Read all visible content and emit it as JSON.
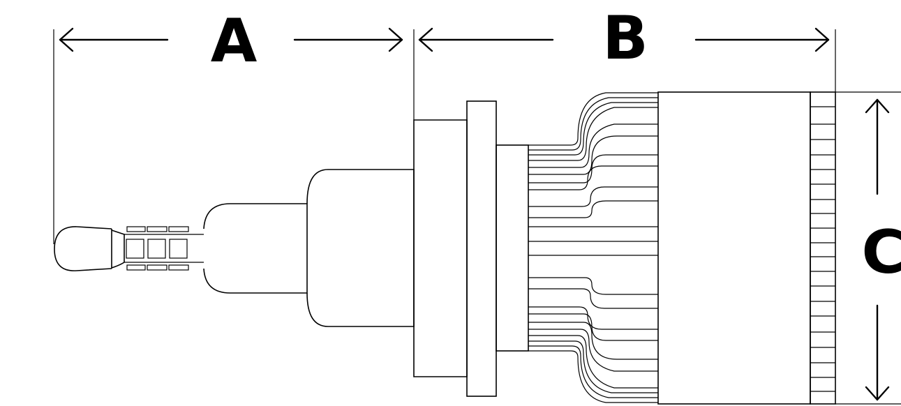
{
  "labels": {
    "a": "A",
    "b": "B",
    "c": "C"
  },
  "icons": {
    "arrow_left": "arrow-left-icon",
    "arrow_right": "arrow-right-icon",
    "arrow_up": "arrow-up-icon",
    "arrow_down": "arrow-down-icon"
  },
  "colors": {
    "line": "#000000",
    "background": "#ffffff"
  }
}
